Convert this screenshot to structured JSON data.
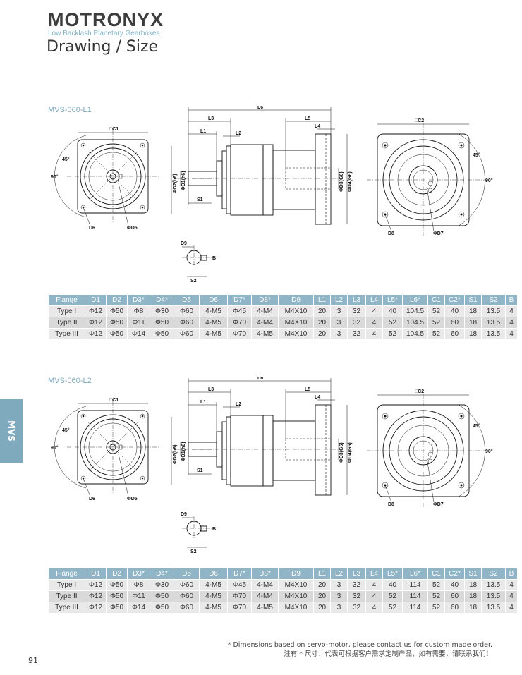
{
  "header": {
    "brand": "MOTRONYX",
    "tagline": "Low Backlash Planetary Gearboxes",
    "title": "Drawing / Size"
  },
  "side_tab": "MVS",
  "page_number": "91",
  "footnote": {
    "en": "* Dimensions based on servo-motor,  please contact us for custom made order.",
    "zh": "注有 * 尺寸：代表可根据客户需求定制产品，如有需要，请联系我们！"
  },
  "drawing_labels": {
    "C1": "□C1",
    "C2": "□C2",
    "a45": "45°",
    "a90": "90°",
    "D5": "ΦD5",
    "D6": "D6",
    "D7": "ΦD7",
    "D8": "D8",
    "L1": "L1",
    "L2": "L2",
    "L3": "L3",
    "L4": "L4",
    "L5": "L5",
    "L6": "L6",
    "S1": "S1",
    "S2": "S2",
    "D1": "ΦD1(h6)",
    "D2": "ΦD2(h6)",
    "D3": "ΦD3(G6)",
    "D4": "ΦD4(G6)",
    "D9": "D9",
    "B": "B"
  },
  "columns": [
    "Flange",
    "D1",
    "D2",
    "D3*",
    "D4*",
    "D5",
    "D6",
    "D7*",
    "D8*",
    "D9",
    "L1",
    "L2",
    "L3",
    "L4",
    "L5*",
    "L6*",
    "C1",
    "C2*",
    "S1",
    "S2",
    "B"
  ],
  "sections": [
    {
      "model": "MVS-060-L1",
      "rows": [
        [
          "Type I",
          "Φ12",
          "Φ50",
          "Φ8",
          "Φ30",
          "Φ60",
          "4-M5",
          "Φ45",
          "4-M4",
          "M4X10",
          "20",
          "3",
          "32",
          "4",
          "40",
          "104.5",
          "52",
          "40",
          "18",
          "13.5",
          "4"
        ],
        [
          "Type II",
          "Φ12",
          "Φ50",
          "Φ11",
          "Φ50",
          "Φ60",
          "4-M5",
          "Φ70",
          "4-M4",
          "M4X10",
          "20",
          "3",
          "32",
          "4",
          "52",
          "104.5",
          "52",
          "60",
          "18",
          "13.5",
          "4"
        ],
        [
          "Type III",
          "Φ12",
          "Φ50",
          "Φ14",
          "Φ50",
          "Φ60",
          "4-M5",
          "Φ70",
          "4-M5",
          "M4X10",
          "20",
          "3",
          "32",
          "4",
          "52",
          "104.5",
          "52",
          "60",
          "18",
          "13.5",
          "4"
        ]
      ]
    },
    {
      "model": "MVS-060-L2",
      "rows": [
        [
          "Type I",
          "Φ12",
          "Φ50",
          "Φ8",
          "Φ30",
          "Φ60",
          "4-M5",
          "Φ45",
          "4-M4",
          "M4X10",
          "20",
          "3",
          "32",
          "4",
          "40",
          "114",
          "52",
          "40",
          "18",
          "13.5",
          "4"
        ],
        [
          "Type II",
          "Φ12",
          "Φ50",
          "Φ11",
          "Φ50",
          "Φ60",
          "4-M5",
          "Φ70",
          "4-M4",
          "M4X10",
          "20",
          "3",
          "32",
          "4",
          "52",
          "114",
          "52",
          "60",
          "18",
          "13.5",
          "4"
        ],
        [
          "Type III",
          "Φ12",
          "Φ50",
          "Φ14",
          "Φ50",
          "Φ60",
          "4-M5",
          "Φ70",
          "4-M5",
          "M4X10",
          "20",
          "3",
          "32",
          "4",
          "52",
          "114",
          "52",
          "60",
          "18",
          "13.5",
          "4"
        ]
      ]
    }
  ]
}
